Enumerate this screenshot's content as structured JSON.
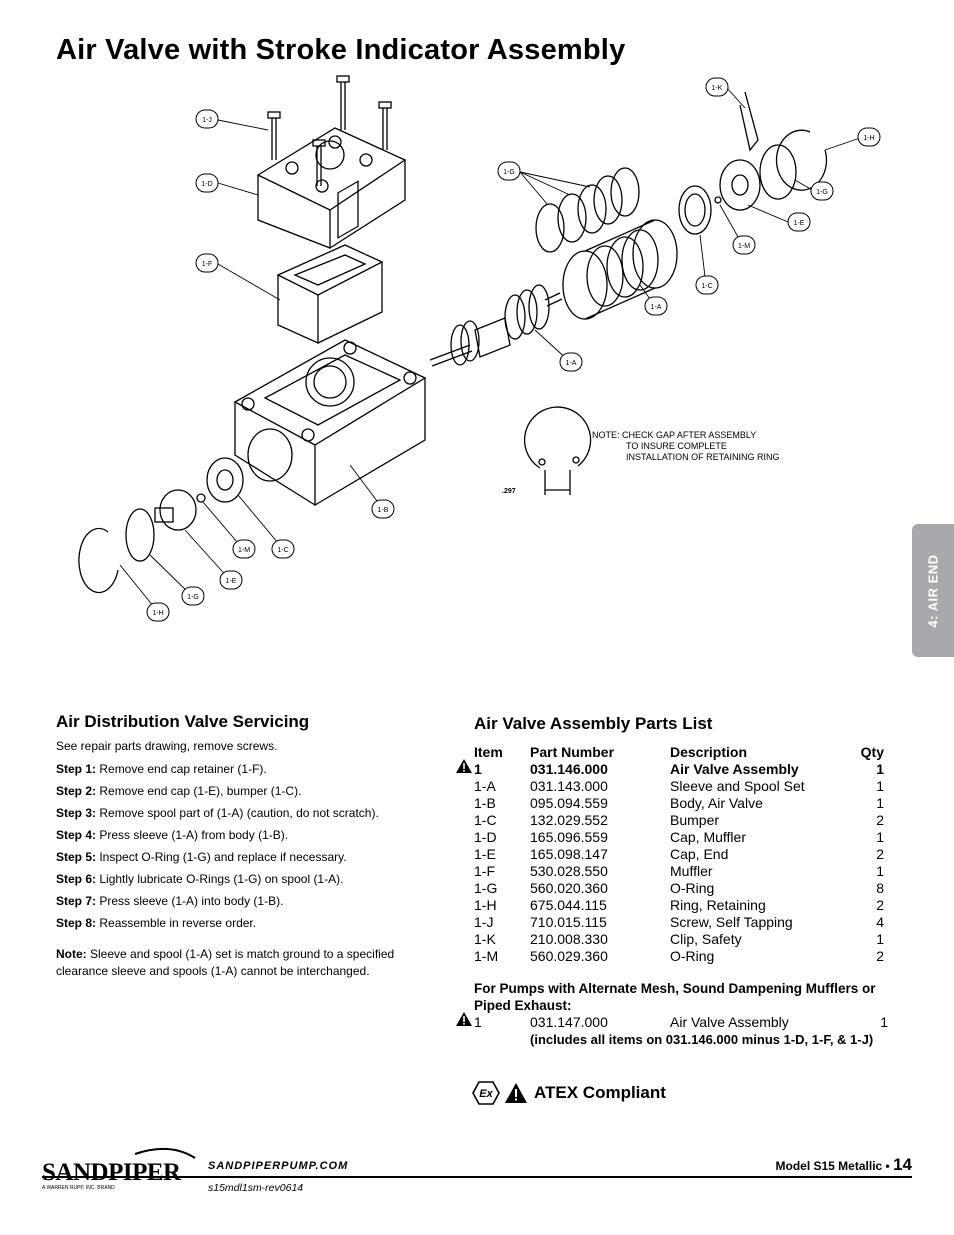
{
  "page": {
    "title": "Air Valve with Stroke Indicator Assembly",
    "side_tab": "4: AIR END"
  },
  "diagram": {
    "callouts": {
      "j": "1-J",
      "d": "1-D",
      "f": "1-F",
      "g_top": "1-G",
      "k": "1-K",
      "h_top": "1-H",
      "g_right": "1-G",
      "e_right": "1-E",
      "m_right": "1-M",
      "c_right": "1-C",
      "a_sleeve": "1-A",
      "a_spool": "1-A",
      "b": "1-B",
      "m_left": "1-M",
      "c_left": "1-C",
      "e_left": "1-E",
      "g_left": "1-G",
      "h_left": "1-H"
    },
    "note": {
      "line1": "NOTE:  CHECK GAP AFTER ASSEMBLY",
      "line2": "TO INSURE COMPLETE",
      "line3": "INSTALLATION OF RETAINING RING",
      "dimension": ".297"
    }
  },
  "servicing": {
    "heading": "Air Distribution Valve Servicing",
    "intro": "See repair parts drawing, remove screws.",
    "steps": [
      {
        "label": "Step 1:",
        "text": " Remove end cap retainer (1-F)."
      },
      {
        "label": "Step 2:",
        "text": " Remove end cap (1-E), bumper (1-C)."
      },
      {
        "label": "Step 3:",
        "text": " Remove spool part of (1-A) (caution, do not scratch)."
      },
      {
        "label": "Step 4:",
        "text": " Press sleeve (1-A) from body (1-B)."
      },
      {
        "label": "Step 5:",
        "text": " Inspect O-Ring (1-G) and replace if necessary."
      },
      {
        "label": "Step 6:",
        "text": " Lightly lubricate O-Rings (1-G) on spool (1-A)."
      },
      {
        "label": "Step 7:",
        "text": " Press sleeve (1-A) into body (1-B)."
      },
      {
        "label": "Step 8:",
        "text": " Reassemble in reverse order."
      }
    ],
    "note_label": "Note:",
    "note_text": " Sleeve and spool (1-A) set is match ground to a specified clearance sleeve and spools (1-A) cannot be interchanged."
  },
  "parts": {
    "heading": "Air Valve Assembly Parts List",
    "columns": [
      "Item",
      "Part Number",
      "Description",
      "Qty"
    ],
    "rows": [
      {
        "item": "1",
        "pn": "031.146.000",
        "desc": "Air Valve Assembly",
        "qty": "1"
      },
      {
        "item": "1-A",
        "pn": "031.143.000",
        "desc": "Sleeve and Spool Set",
        "qty": "1"
      },
      {
        "item": "1-B",
        "pn": "095.094.559",
        "desc": "Body, Air Valve",
        "qty": "1"
      },
      {
        "item": "1-C",
        "pn": "132.029.552",
        "desc": "Bumper",
        "qty": "2"
      },
      {
        "item": "1-D",
        "pn": "165.096.559",
        "desc": "Cap, Muffler",
        "qty": "1"
      },
      {
        "item": "1-E",
        "pn": "165.098.147",
        "desc": "Cap, End",
        "qty": "2"
      },
      {
        "item": "1-F",
        "pn": "530.028.550",
        "desc": "Muffler",
        "qty": "1"
      },
      {
        "item": "1-G",
        "pn": "560.020.360",
        "desc": "O-Ring",
        "qty": "8"
      },
      {
        "item": "1-H",
        "pn": "675.044.115",
        "desc": "Ring, Retaining",
        "qty": "2"
      },
      {
        "item": "1-J",
        "pn": "710.015.115",
        "desc": "Screw, Self Tapping",
        "qty": "4"
      },
      {
        "item": "1-K",
        "pn": "210.008.330",
        "desc": "Clip, Safety",
        "qty": "1"
      },
      {
        "item": "1-M",
        "pn": "560.029.360",
        "desc": "O-Ring",
        "qty": "2"
      }
    ],
    "alt_heading": "For Pumps with Alternate Mesh, Sound Dampening Mufflers or Piped Exhaust:",
    "alt_row": {
      "item": "1",
      "pn": "031.147.000",
      "desc": "Air Valve Assembly",
      "qty": "1"
    },
    "alt_includes": "(includes all items on 031.146.000 minus 1-D, 1-F, & 1-J)"
  },
  "atex": {
    "label": "ATEX Compliant",
    "ex_mark": "Ex"
  },
  "footer": {
    "logo_text": "SANDPIPER",
    "logo_sub": "A WARREN RUPP, INC. BRAND",
    "website": "SANDPIPERPUMP.COM",
    "revision": "s15mdl1sm-rev0614",
    "model": "Model S15 Metallic • ",
    "page_number": "14"
  }
}
